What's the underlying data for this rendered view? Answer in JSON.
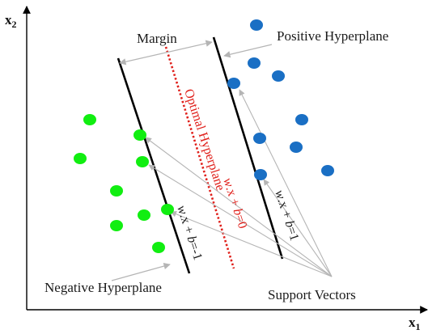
{
  "axes": {
    "x_label": "x",
    "x_sub": "1",
    "y_label": "x",
    "y_sub": "2"
  },
  "labels": {
    "margin": "Margin",
    "positive_hyperplane": "Positive Hyperplane",
    "negative_hyperplane": "Negative Hyperplane",
    "support_vectors": "Support Vectors",
    "optimal_hyperplane": "Optimal Hyperplane"
  },
  "equations": {
    "negative": {
      "w": "w",
      "dot_x": ".x + ",
      "b": "b",
      "rest": "=-1"
    },
    "optimal": {
      "w": "w",
      "dot_x": ".x + ",
      "b": "b",
      "rest": "=0"
    },
    "positive": {
      "w": "w",
      "dot_x": ".x + ",
      "b": "b",
      "rest": "=1"
    }
  },
  "colors": {
    "negative_class": "#11ee11",
    "positive_class": "#1a6fc4",
    "optimal_line": "#e0201b",
    "hyperplane": "#000000",
    "arrow": "#b5b5b5"
  }
}
